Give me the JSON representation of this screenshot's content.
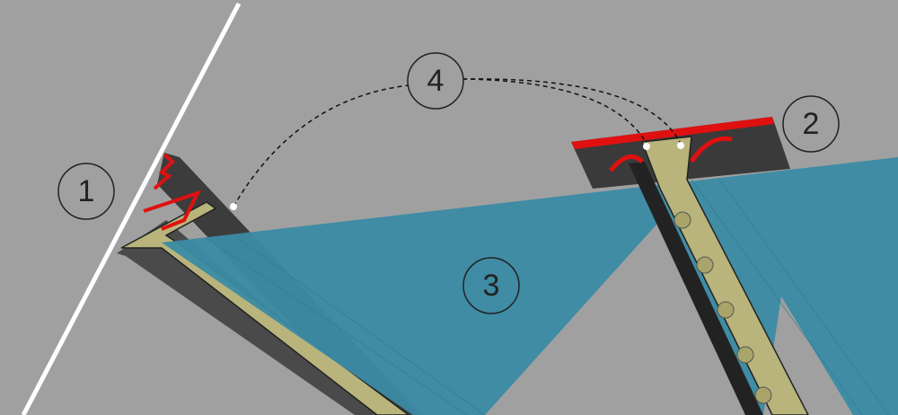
{
  "colors": {
    "background": "#a0a0a0",
    "glass": "#3a8ba4",
    "insert": "#b8b47c",
    "gasket": "#e01010",
    "profile": "#3a3a3a",
    "wall_line": "#ffffff"
  },
  "callouts": [
    {
      "id": "1",
      "label": "1"
    },
    {
      "id": "2",
      "label": "2"
    },
    {
      "id": "3",
      "label": "3"
    },
    {
      "id": "4",
      "label": "4"
    }
  ]
}
